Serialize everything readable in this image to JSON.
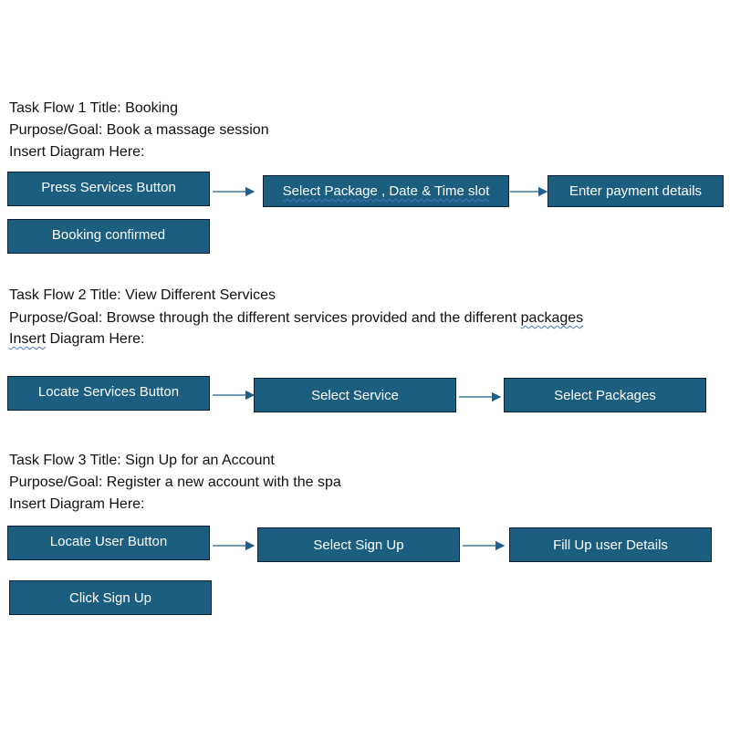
{
  "flows": [
    {
      "title": "Task Flow 1 Title: Booking",
      "purpose": "Purpose/Goal: Book a massage session",
      "insert_label": "Insert Diagram Here:",
      "steps": [
        "Press Services Button",
        "Select Package , Date & Time slot",
        "Enter payment details",
        "Booking confirmed"
      ]
    },
    {
      "title": "Task Flow 2 Title: View Different Services",
      "purpose_prefix": "Purpose/Goal: Browse through the different services provided and the different ",
      "purpose_flagged": "packages",
      "insert_flagged": "Insert",
      "insert_rest": " Diagram Here:",
      "steps": [
        "Locate Services Button",
        "Select Service",
        "Select Packages"
      ]
    },
    {
      "title": "Task Flow 3 Title: Sign Up for an Account",
      "purpose": "Purpose/Goal: Register a new account with the spa",
      "insert_label": "Insert Diagram Here:",
      "steps": [
        "Locate User Button",
        "Select Sign Up",
        "Fill Up user Details",
        "Click Sign Up"
      ]
    }
  ],
  "colors": {
    "box_fill": "#1b5e80",
    "box_border": "#0f2233",
    "arrow": "#1f5f8b",
    "spellcheck_underline": "#4a73c9"
  }
}
